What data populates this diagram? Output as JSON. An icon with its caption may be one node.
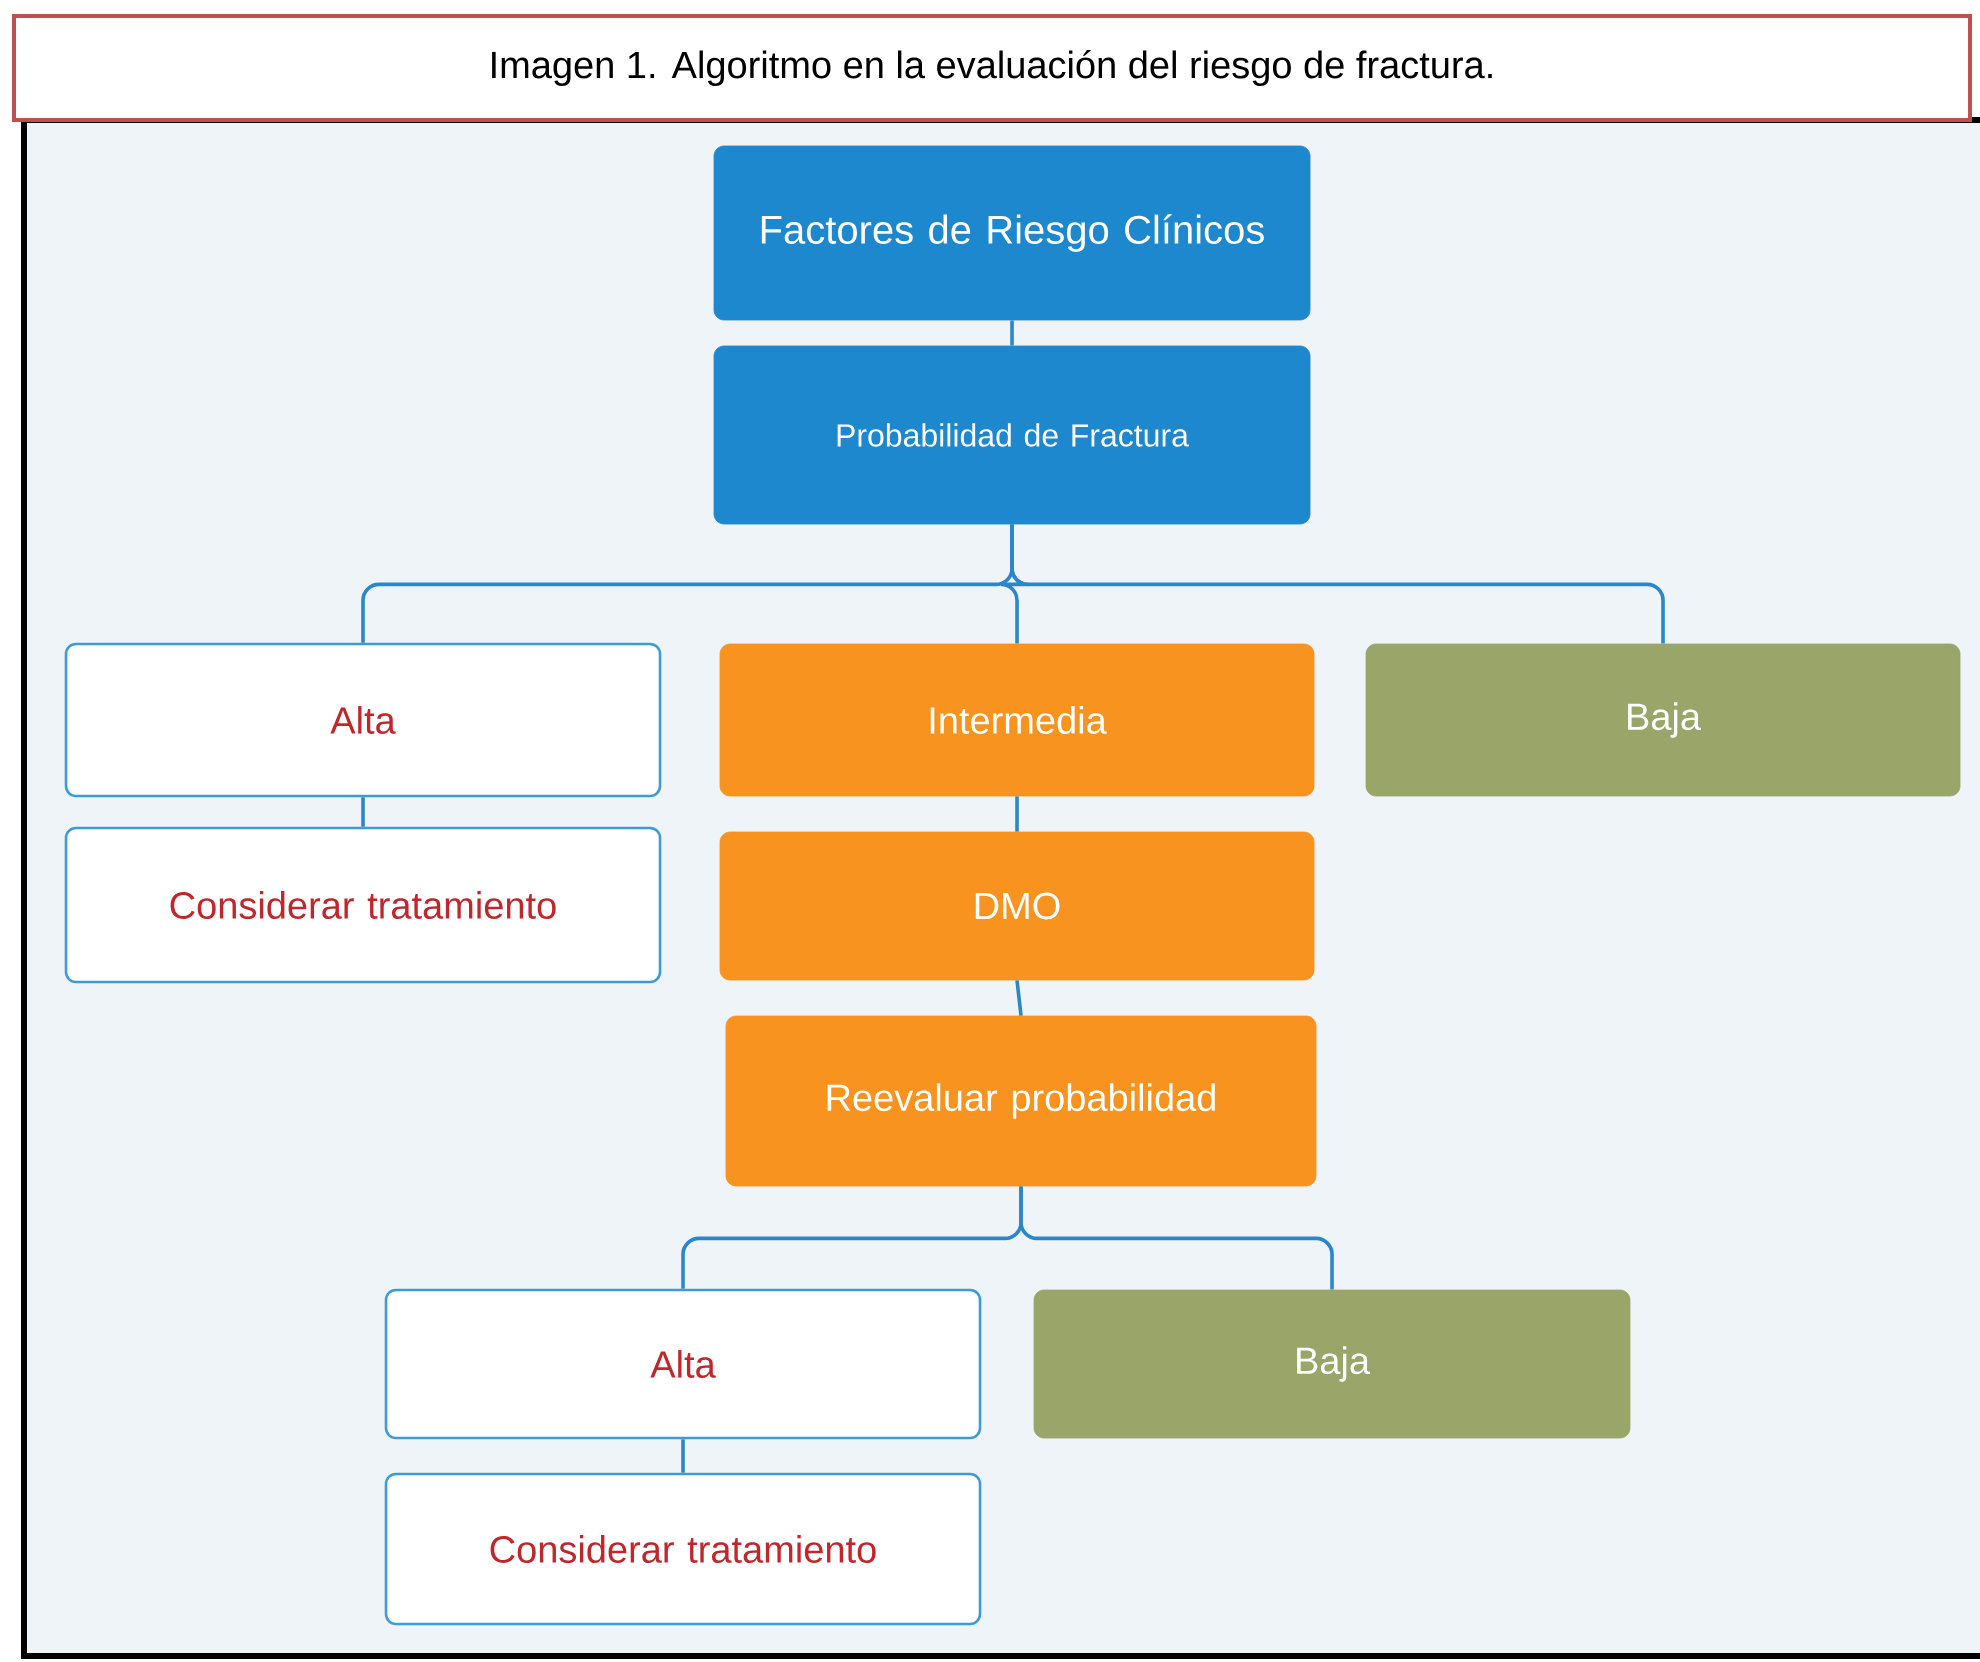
{
  "diagram": {
    "title": "Imagen 1. Algoritmo en la evaluación del riesgo de fractura.",
    "nodes": [
      {
        "text": [
          "Factores de Riesgo Clínicos"
        ]
      },
      {
        "text": [
          "Probabilidad de Fractura"
        ]
      },
      {
        "text": [
          "Alta"
        ]
      },
      {
        "text": [
          "Intermedia"
        ]
      },
      {
        "text": [
          "Baja"
        ]
      },
      {
        "text": [
          "Considerar tratamiento"
        ]
      },
      {
        "text": [
          "DMO"
        ]
      },
      {
        "text": [
          "Reevaluar probabilidad"
        ]
      },
      {
        "text": [
          "Alta"
        ]
      },
      {
        "text": [
          "Baja"
        ]
      },
      {
        "text": [
          "Considerar tratamiento"
        ]
      }
    ],
    "edges": [
      {
        "from": 0,
        "to": 1,
        "arrow": "none"
      },
      {
        "from": 1,
        "to": 2,
        "arrow": "none"
      },
      {
        "from": 1,
        "to": 3,
        "arrow": "none"
      },
      {
        "from": 1,
        "to": 4,
        "arrow": "none"
      },
      {
        "from": 2,
        "to": 5,
        "arrow": "none"
      },
      {
        "from": 3,
        "to": 6,
        "arrow": "none"
      },
      {
        "from": 6,
        "to": 7,
        "arrow": "none"
      },
      {
        "from": 7,
        "to": 8,
        "arrow": "none"
      },
      {
        "from": 7,
        "to": 9,
        "arrow": "none"
      },
      {
        "from": 8,
        "to": 10,
        "arrow": "none"
      }
    ]
  }
}
